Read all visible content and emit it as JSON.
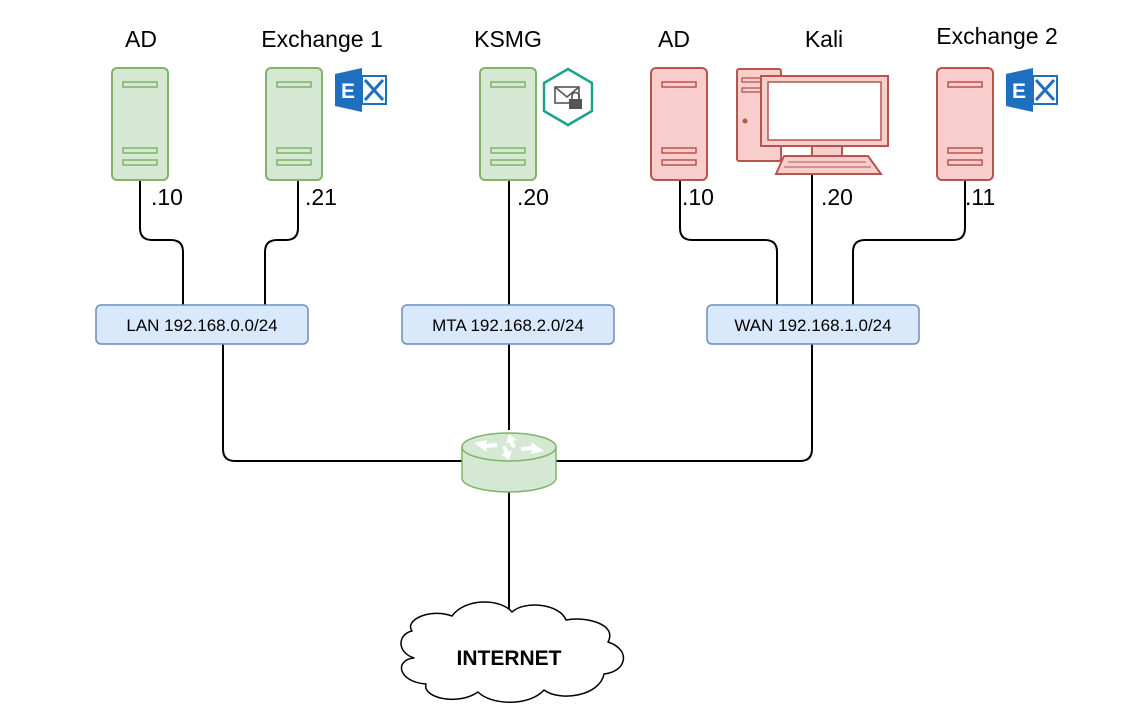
{
  "diagram": {
    "nodes": {
      "ad_lan": {
        "label": "AD",
        "ip": ".10"
      },
      "exchange1": {
        "label": "Exchange 1",
        "ip": ".21"
      },
      "ksmg": {
        "label": "KSMG",
        "ip": ".20"
      },
      "ad_wan": {
        "label": "AD",
        "ip": ".10"
      },
      "kali": {
        "label": "Kali",
        "ip": ".20"
      },
      "exchange2": {
        "label": "Exchange 2",
        "ip": ".11"
      }
    },
    "networks": {
      "lan": "LAN 192.168.0.0/24",
      "mta": "MTA 192.168.2.0/24",
      "wan": "WAN 192.168.1.0/24"
    },
    "internet": "INTERNET",
    "exchange_logo_letter": "E"
  },
  "colors": {
    "trusted_fill": "#d5e8d4",
    "trusted_stroke": "#82b366",
    "untrusted_fill": "#f8cecc",
    "untrusted_stroke": "#b85450",
    "network_fill": "#dae8fc",
    "network_stroke": "#6c8ebf",
    "exchange_blue": "#1f6fc1",
    "kaspersky_teal": "#1aa38a"
  },
  "icons": [
    "server-icon",
    "exchange-logo-icon",
    "kaspersky-mail-icon",
    "desktop-icon",
    "router-icon",
    "cloud-icon"
  ]
}
